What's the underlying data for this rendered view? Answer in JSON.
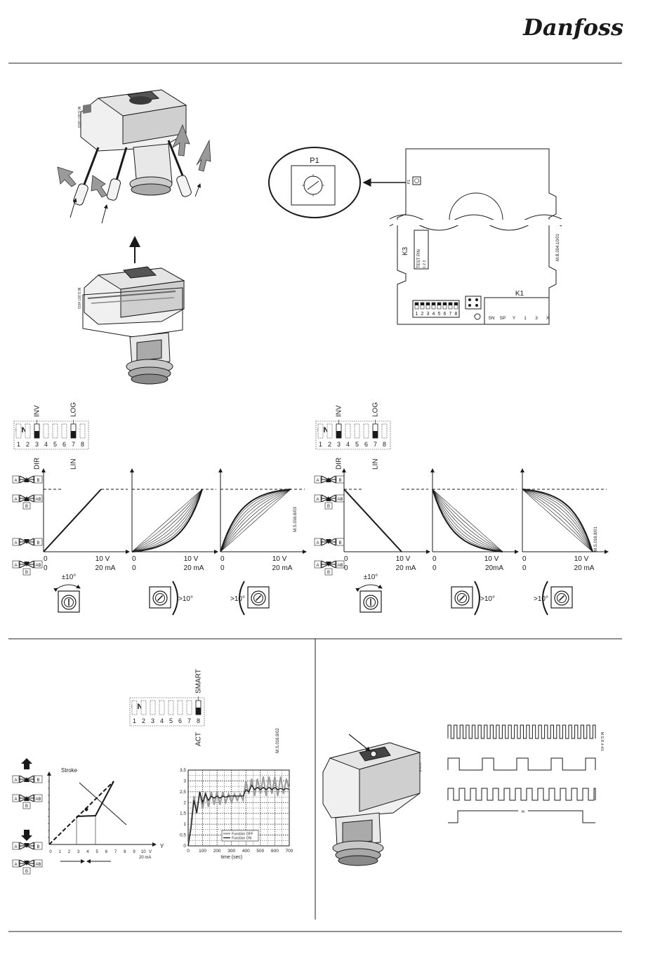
{
  "brand": {
    "logo_text": "Danfoss"
  },
  "figure_ids": {
    "actuator_removal": "M.S.007.0/03",
    "actuator_lift": "M.S.007.4/03",
    "pcb": "M.B.004.10/01",
    "chart_left": "M.S.016.6/03",
    "chart_right": "M.S.016.8/01",
    "smart_chart": "M.S.016.9/02",
    "actuator_led": "M.S.0.0",
    "led_patterns": "M.G.R.4.4/1"
  },
  "pcb": {
    "potentiometer_label": "P1",
    "pot_small_label": "P1",
    "connector_k3": "K3",
    "test_pin_label": "TEST PIN",
    "test_pin_numbers": "1 2 3",
    "connector_k1": "K1",
    "terminals": [
      "SN",
      "SP",
      "Y",
      "1",
      "3",
      "X"
    ],
    "switch_numbers": [
      "1",
      "2",
      "3",
      "4",
      "5",
      "6",
      "7",
      "8"
    ]
  },
  "dip_left": {
    "on_label": "ON",
    "top_labels": [
      "INV",
      "LOG"
    ],
    "bottom_labels": [
      "DIR",
      "LIN"
    ],
    "numbers": [
      "1",
      "2",
      "3",
      "4",
      "5",
      "6",
      "7",
      "8"
    ]
  },
  "dip_right": {
    "on_label": "ON",
    "top_labels": [
      "INV",
      "LOG"
    ],
    "bottom_labels": [
      "DIR",
      "LIN"
    ],
    "numbers": [
      "1",
      "2",
      "3",
      "4",
      "5",
      "6",
      "7",
      "8"
    ]
  },
  "dip_smart": {
    "on_label": "ON",
    "top_labels": [
      "SMART"
    ],
    "bottom_labels": [
      "ACT"
    ],
    "numbers": [
      "1",
      "2",
      "3",
      "4",
      "5",
      "6",
      "7",
      "8"
    ]
  },
  "valve_ports": {
    "a": "A",
    "b": "B",
    "ab": "AB"
  },
  "characteristics": {
    "axis_zero": "0",
    "axis_v": "10 V",
    "axis_ma": "20 mA",
    "axis_ma_alt": "20mA",
    "rotation_small": "±10°",
    "rotation_large_right": ">10°",
    "rotation_large_left": ">10°"
  },
  "stroke_chart": {
    "y_label": "Stroke",
    "x_label": "Y",
    "x_ticks": [
      "0",
      "1",
      "2",
      "3",
      "4",
      "5",
      "6",
      "7",
      "8",
      "9",
      "10"
    ],
    "v_label": "V",
    "ma_label": "20   mA"
  },
  "chart_data": {
    "type": "line",
    "xlabel": "time (sec)",
    "ylabel": "",
    "xlim": [
      0,
      700
    ],
    "ylim": [
      0,
      3.5
    ],
    "x_ticks": [
      0,
      100,
      200,
      300,
      400,
      500,
      600,
      700
    ],
    "y_ticks": [
      "0",
      "0,5",
      "1",
      "1,5",
      "2",
      "2,5",
      "3",
      "3,5"
    ],
    "grid": true,
    "legend": "bottom-right",
    "series": [
      {
        "name": "Function OFF",
        "x": [
          0,
          20,
          40,
          60,
          80,
          100,
          120,
          140,
          160,
          180,
          200,
          220,
          240,
          260,
          280,
          300,
          320,
          340,
          360,
          380,
          400,
          420,
          440,
          460,
          480,
          500,
          520,
          540,
          560,
          580,
          600,
          620,
          640,
          660,
          680,
          700
        ],
        "y": [
          0,
          1.0,
          2.3,
          1.6,
          2.5,
          1.7,
          2.5,
          1.8,
          2.5,
          1.9,
          2.5,
          1.9,
          2.5,
          2.0,
          2.4,
          2.0,
          2.4,
          2.1,
          2.4,
          2.1,
          3.0,
          2.4,
          3.1,
          2.3,
          3.1,
          2.4,
          3.2,
          2.3,
          3.2,
          2.4,
          3.2,
          2.3,
          3.2,
          2.4,
          3.1,
          2.6
        ]
      },
      {
        "name": "Function ON",
        "x": [
          0,
          20,
          40,
          60,
          80,
          100,
          120,
          140,
          160,
          180,
          200,
          220,
          240,
          260,
          280,
          300,
          320,
          340,
          360,
          380,
          400,
          420,
          440,
          460,
          480,
          500,
          520,
          540,
          560,
          580,
          600,
          620,
          640,
          660,
          680,
          700
        ],
        "y": [
          0,
          0.8,
          2.1,
          1.5,
          2.5,
          2.0,
          2.4,
          2.1,
          2.3,
          2.2,
          2.3,
          2.2,
          2.3,
          2.25,
          2.3,
          2.3,
          2.3,
          2.3,
          2.3,
          2.3,
          2.6,
          2.5,
          2.8,
          2.6,
          2.7,
          2.6,
          2.7,
          2.6,
          2.7,
          2.6,
          2.7,
          2.6,
          2.65,
          2.6,
          2.65,
          2.6
        ]
      }
    ]
  },
  "led_patterns": {
    "break_symbol": "≈"
  }
}
